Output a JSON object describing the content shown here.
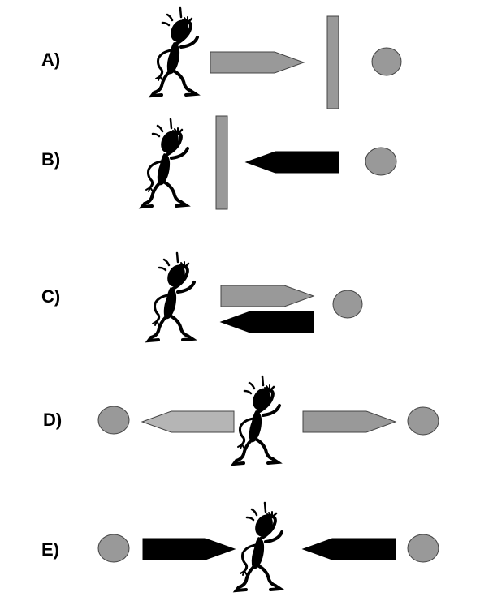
{
  "colors": {
    "gray": "#999999",
    "light_gray": "#b5b5b5",
    "black": "#000000",
    "outline": "#444444"
  },
  "rows": [
    {
      "label": "A)",
      "parts": [
        {
          "kind": "figure",
          "name": "figure"
        },
        {
          "kind": "arrow",
          "name": "arrow-right",
          "dir": "right",
          "fill": "gray"
        },
        {
          "kind": "barrier",
          "name": "barrier"
        },
        {
          "kind": "ball",
          "name": "ball"
        }
      ]
    },
    {
      "label": "B)",
      "parts": [
        {
          "kind": "figure",
          "name": "figure"
        },
        {
          "kind": "barrier",
          "name": "barrier"
        },
        {
          "kind": "arrow",
          "name": "arrow-left",
          "dir": "left",
          "fill": "black"
        },
        {
          "kind": "ball",
          "name": "ball"
        }
      ]
    },
    {
      "label": "C)",
      "parts": [
        {
          "kind": "figure",
          "name": "figure"
        },
        {
          "kind": "arrow",
          "name": "arrow-right",
          "dir": "right",
          "fill": "gray"
        },
        {
          "kind": "arrow",
          "name": "arrow-left",
          "dir": "left",
          "fill": "black"
        },
        {
          "kind": "ball",
          "name": "ball"
        }
      ]
    },
    {
      "label": "D)",
      "parts": [
        {
          "kind": "ball",
          "name": "ball-left"
        },
        {
          "kind": "arrow",
          "name": "arrow-left",
          "dir": "left",
          "fill": "light_gray"
        },
        {
          "kind": "figure",
          "name": "figure"
        },
        {
          "kind": "arrow",
          "name": "arrow-right",
          "dir": "right",
          "fill": "gray"
        },
        {
          "kind": "ball",
          "name": "ball-right"
        }
      ]
    },
    {
      "label": "E)",
      "parts": [
        {
          "kind": "ball",
          "name": "ball-left"
        },
        {
          "kind": "arrow",
          "name": "arrow-right",
          "dir": "right",
          "fill": "black"
        },
        {
          "kind": "figure",
          "name": "figure"
        },
        {
          "kind": "arrow",
          "name": "arrow-left",
          "dir": "left",
          "fill": "black"
        },
        {
          "kind": "ball",
          "name": "ball-right"
        }
      ]
    }
  ]
}
